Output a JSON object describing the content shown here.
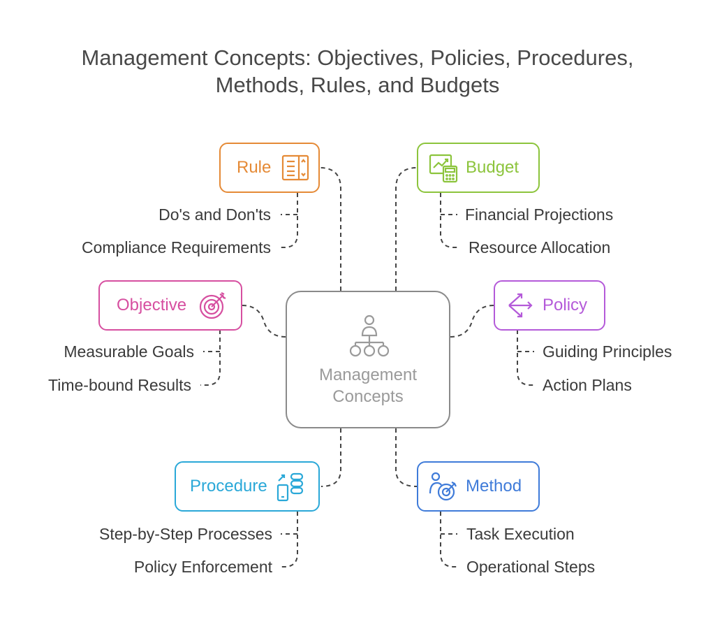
{
  "title": {
    "line1": "Management Concepts: Objectives, Policies, Procedures,",
    "line2": "Methods, Rules, and Budgets"
  },
  "center": {
    "line1": "Management",
    "line2": "Concepts",
    "icon": "org-hierarchy-icon"
  },
  "nodes": {
    "rule": {
      "label": "Rule",
      "color": "#E58A36",
      "icon": "rule-list-icon",
      "items": [
        "Do's and Don'ts",
        "Compliance Requirements"
      ]
    },
    "budget": {
      "label": "Budget",
      "color": "#8CC43C",
      "icon": "budget-calculator-icon",
      "items": [
        "Financial Projections",
        "Resource Allocation"
      ]
    },
    "objective": {
      "label": "Objective",
      "color": "#D64FA0",
      "icon": "target-arrow-icon",
      "items": [
        "Measurable Goals",
        "Time-bound Results"
      ]
    },
    "policy": {
      "label": "Policy",
      "color": "#B45AD9",
      "icon": "policy-arrows-icon",
      "items": [
        "Guiding Principles",
        "Action Plans"
      ]
    },
    "procedure": {
      "label": "Procedure",
      "color": "#2AA8D8",
      "icon": "procedure-device-icon",
      "items": [
        "Step-by-Step Processes",
        "Policy Enforcement"
      ]
    },
    "method": {
      "label": "Method",
      "color": "#3F7BD9",
      "icon": "method-person-target-icon",
      "items": [
        "Task Execution",
        "Operational Steps"
      ]
    }
  }
}
